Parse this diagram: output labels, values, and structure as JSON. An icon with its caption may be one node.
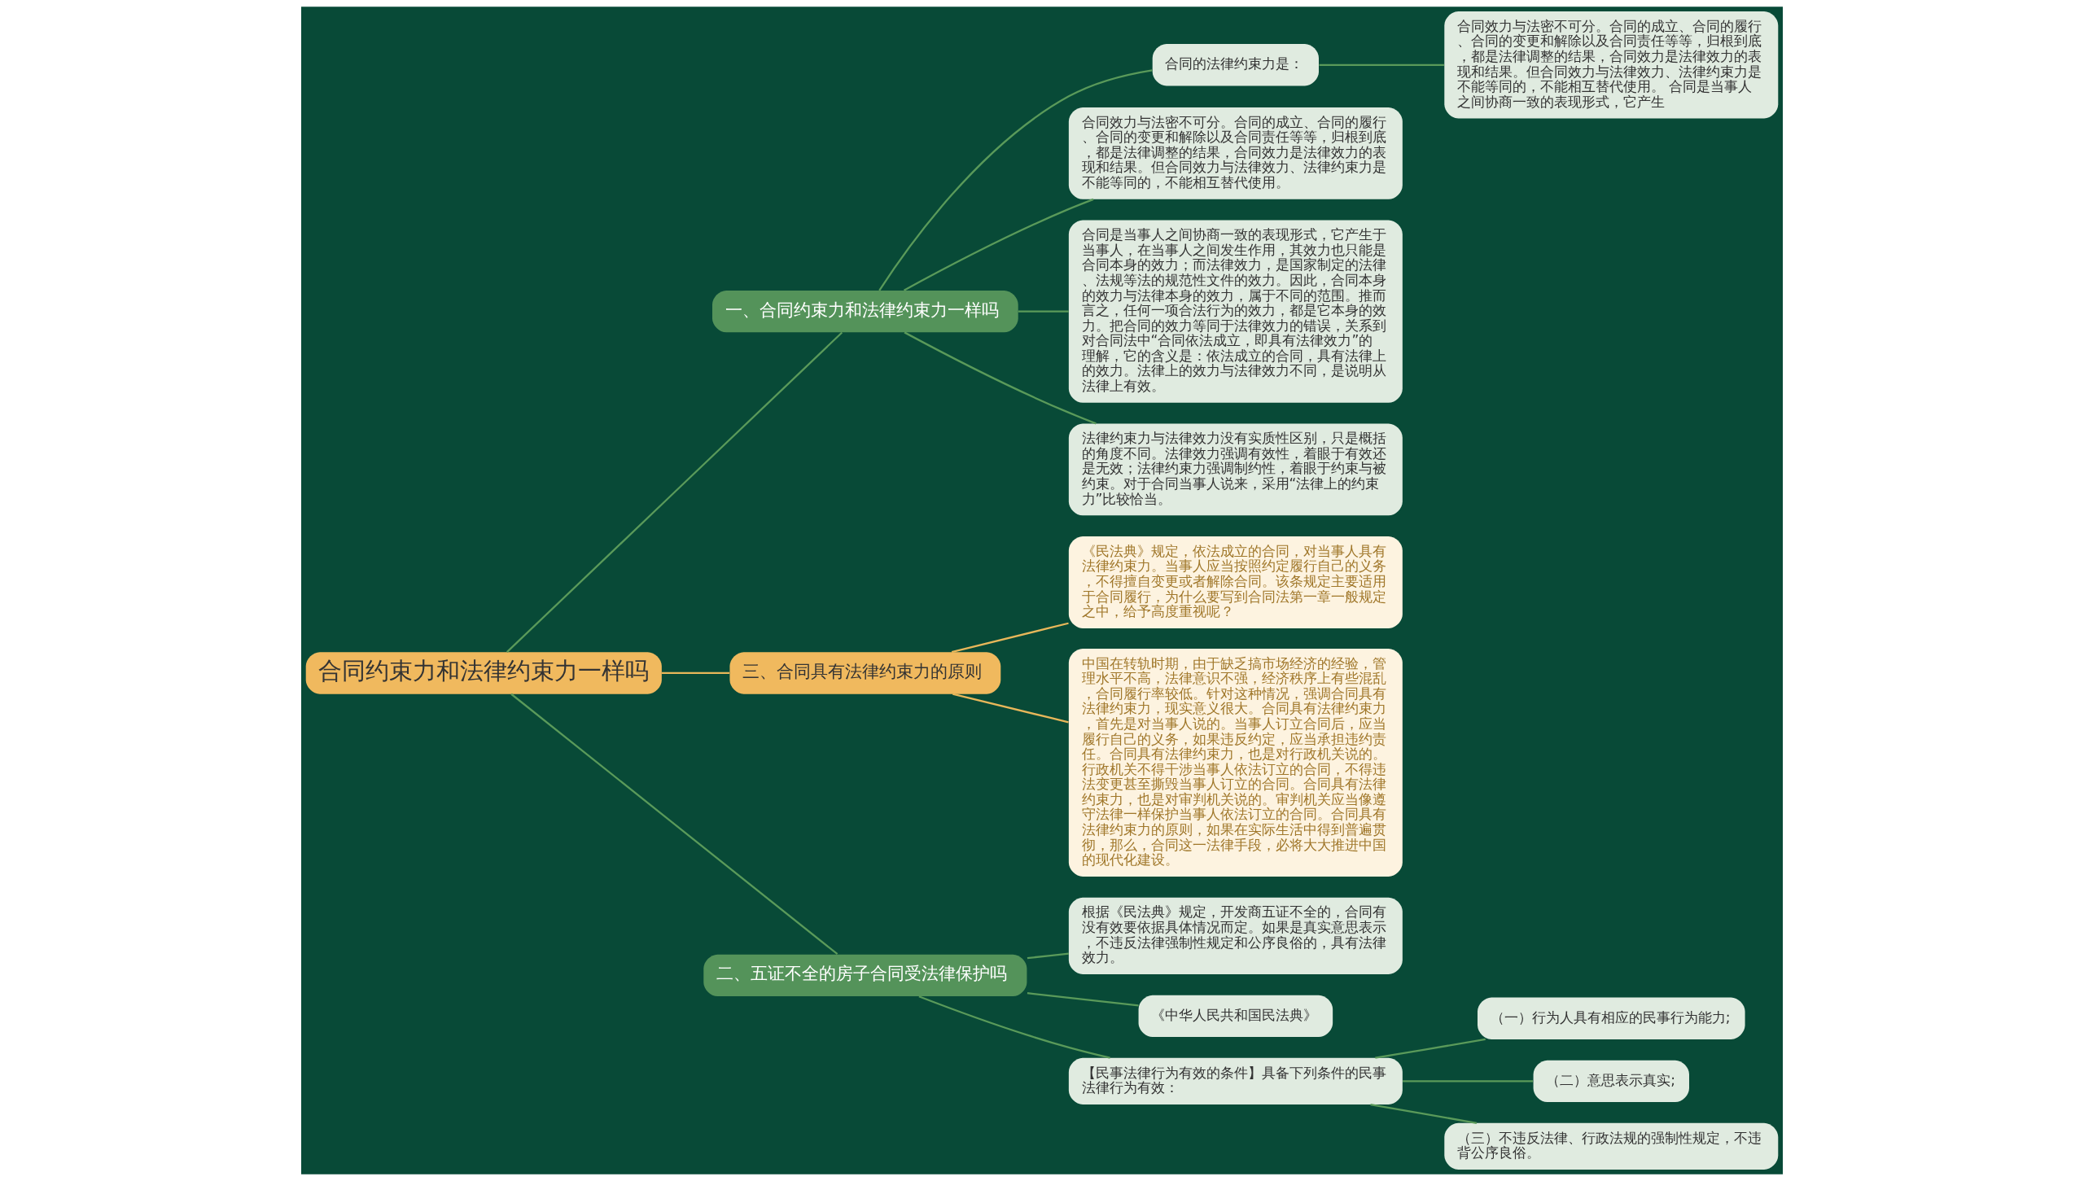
{
  "diagram": {
    "nodes": [
      {
        "text": [
          "合同约束力和法律约束力一样吗"
        ]
      },
      {
        "text": [
          "一、合同约束力和法律约束力一样吗"
        ]
      },
      {
        "text": [
          "合同的法律约束力是："
        ]
      },
      {
        "text": [
          "合同效力与法密不可分。合同的成立、合同的履行、合同的变更和解除以及合同责任等等，归根到底，都是法律调整的结果，合同效力是法律效力的表现和结果。但合同效力与法律效力、法律约束力是不能等同的，不能相互替代使用。 合同是当事人之间协商一致的表现形式，它产生"
        ]
      },
      {
        "text": [
          "合同效力与法密不可分。合同的成立、合同的履行、合同的变更和解除以及合同责任等等，归根到底，都是法律调整的结果，合同效力是法律效力的表现和结果。但合同效力与法律效力、法律约束力是不能等同的，不能相互替代使用。"
        ]
      },
      {
        "text": [
          "合同是当事人之间协商一致的表现形式，它产生于当事人，在当事人之间发生作用，其效力也只能是合同本身的效力；而法律效力，是国家制定的法律、法规等法的规范性文件的效力。因此，合同本身的效力与法律本身的效力，属于不同的范围。推而言之，任何一项合法行为的效力，都是它本身的效力。把合同的效力等同于法律效力的错误，关系到对合同法中“合同依法成立，即具有法律效力”的理解，它的含义是：依法成立的合同，具有法律上的效力。法律上的效力与法律效力不同，是说明从法律上有效。"
        ]
      },
      {
        "text": [
          "法律约束力与法律效力没有实质性区别，只是概括的角度不同。法律效力强调有效性，着眼于有效还是无效；法律约束力强调制约性，着眼于约束与被约束。对于合同当事人说来，采用“法律上的约束力”比较恰当。"
        ]
      },
      {
        "text": [
          "三、合同具有法律约束力的原则"
        ]
      },
      {
        "text": [
          "《民法典》规定，依法成立的合同，对当事人具有法律约束力。当事人应当按照约定履行自己的义务，不得擅自变更或者解除合同。该条规定主要适用于合同履行，为什么要写到合同法第一章一般规定之中，给予高度重视呢？"
        ]
      },
      {
        "text": [
          "中国在转轨时期，由于缺乏搞市场经济的经验，管理水平不高，法律意识不强，经济秩序上有些混乱，合同履行率较低。针对这种情况，强调合同具有法律约束力，现实意义很大。合同具有法律约束力，首先是对当事人说的。当事人订立合同后，应当履行自己的义务，如果违反约定，应当承担违约责任。合同具有法律约束力，也是对行政机关说的。行政机关不得干涉当事人依法订立的合同，不得违法变更甚至撕毁当事人订立的合同。合同具有法律约束力，也是对审判机关说的。审判机关应当像遵守法律一样保护当事人依法订立的合同。合同具有法律约束力的原则，如果在实际生活中得到普遍贯彻，那么，合同这一法律手段，必将大大推进中国的现代化建设。"
        ]
      },
      {
        "text": [
          "二、五证不全的房子合同受法律保护吗"
        ]
      },
      {
        "text": [
          "根据《民法典》规定，开发商五证不全的，合同有没有效要依据具体情况而定。如果是真实意思表示，不违反法律强制性规定和公序良俗的，具有法律效力。"
        ]
      },
      {
        "text": [
          "《中华人民共和国民法典》"
        ]
      },
      {
        "text": [
          "【民事法律行为有效的条件】具备下列条件的民事法律行为有效："
        ]
      },
      {
        "text": [
          "（一）行为人具有相应的民事行为能力;"
        ]
      },
      {
        "text": [
          "（二）意思表示真实;"
        ]
      },
      {
        "text": [
          "（三）不违反法律、行政法规的强制性规定，不违背公序良俗。"
        ]
      }
    ],
    "edges": [
      {
        "from": 0,
        "to": 1,
        "arrow": "none"
      },
      {
        "from": 1,
        "to": 2,
        "arrow": "none"
      },
      {
        "from": 2,
        "to": 3,
        "arrow": "none"
      },
      {
        "from": 1,
        "to": 4,
        "arrow": "none"
      },
      {
        "from": 1,
        "to": 5,
        "arrow": "none"
      },
      {
        "from": 1,
        "to": 6,
        "arrow": "none"
      },
      {
        "from": 0,
        "to": 7,
        "arrow": "none",
        "color": "#e8b75a"
      },
      {
        "from": 7,
        "to": 8,
        "arrow": "none",
        "color": "#e8b75a"
      },
      {
        "from": 7,
        "to": 9,
        "arrow": "none",
        "color": "#e8b75a"
      },
      {
        "from": 0,
        "to": 10,
        "arrow": "none"
      },
      {
        "from": 10,
        "to": 11,
        "arrow": "none"
      },
      {
        "from": 10,
        "to": 12,
        "arrow": "none"
      },
      {
        "from": 10,
        "to": 13,
        "arrow": "none"
      },
      {
        "from": 13,
        "to": 14,
        "arrow": "none"
      },
      {
        "from": 13,
        "to": 15,
        "arrow": "none"
      },
      {
        "from": 13,
        "to": 16,
        "arrow": "none"
      }
    ]
  }
}
